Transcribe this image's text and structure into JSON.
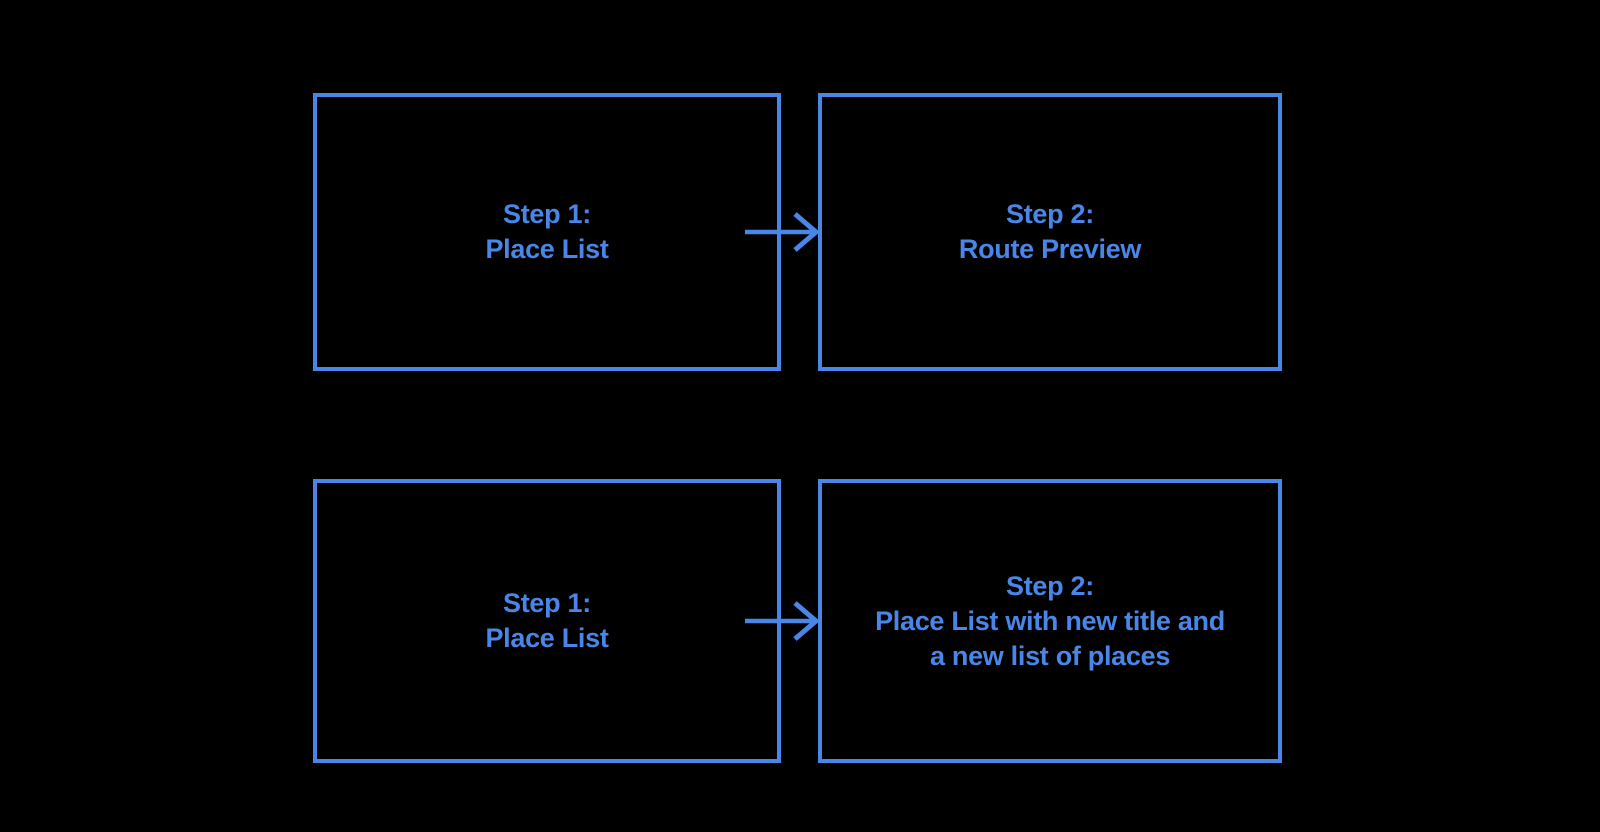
{
  "colors": {
    "accent": "#4a86e8",
    "background": "#000000"
  },
  "diagram": {
    "flows": [
      {
        "from": {
          "lines": [
            "Step 1:",
            "Place List"
          ]
        },
        "to": {
          "lines": [
            "Step 2:",
            "Route Preview"
          ]
        }
      },
      {
        "from": {
          "lines": [
            "Step 1:",
            "Place List"
          ]
        },
        "to": {
          "lines": [
            "Step 2:",
            "Place List with new title and",
            "a new list of places"
          ]
        }
      }
    ]
  }
}
